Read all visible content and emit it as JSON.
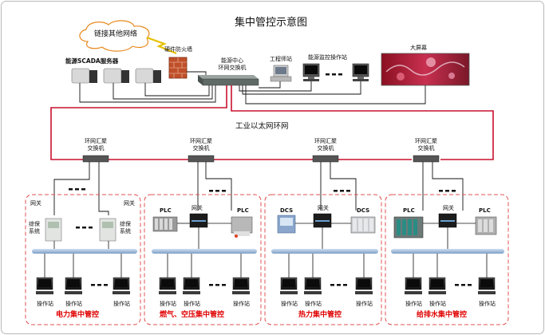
{
  "title": "集中管控示意图",
  "cloud_label": "链接其他网络",
  "firewall_label": "硬件防火墙",
  "scada_label": "能源SCADA服务器",
  "core_switch_label": [
    "能源中心",
    "环网交换机"
  ],
  "engineer_station_label": "工程师站",
  "monitor_station_label": "能源监控操作站",
  "big_screen_label": "大屏幕",
  "ring_label": "工业以太网环网",
  "ring_switch_label": [
    "环网汇聚",
    "交换机"
  ],
  "gateway_label": "网关",
  "integrated_protection_label": [
    "综保",
    "系统"
  ],
  "plc_label": "PLC",
  "dcs_label": "DCS",
  "operator_station_label": "操作站",
  "zone_names": [
    "电力集中管控",
    "燃气、空压集中管控",
    "热力集中管控",
    "给排水集中管控"
  ],
  "colors": {
    "ring": "#c8102e",
    "zone_border": "#e05050",
    "zone_title": "#e00000",
    "bus": "#9fb8d6",
    "cable": "#111111"
  }
}
